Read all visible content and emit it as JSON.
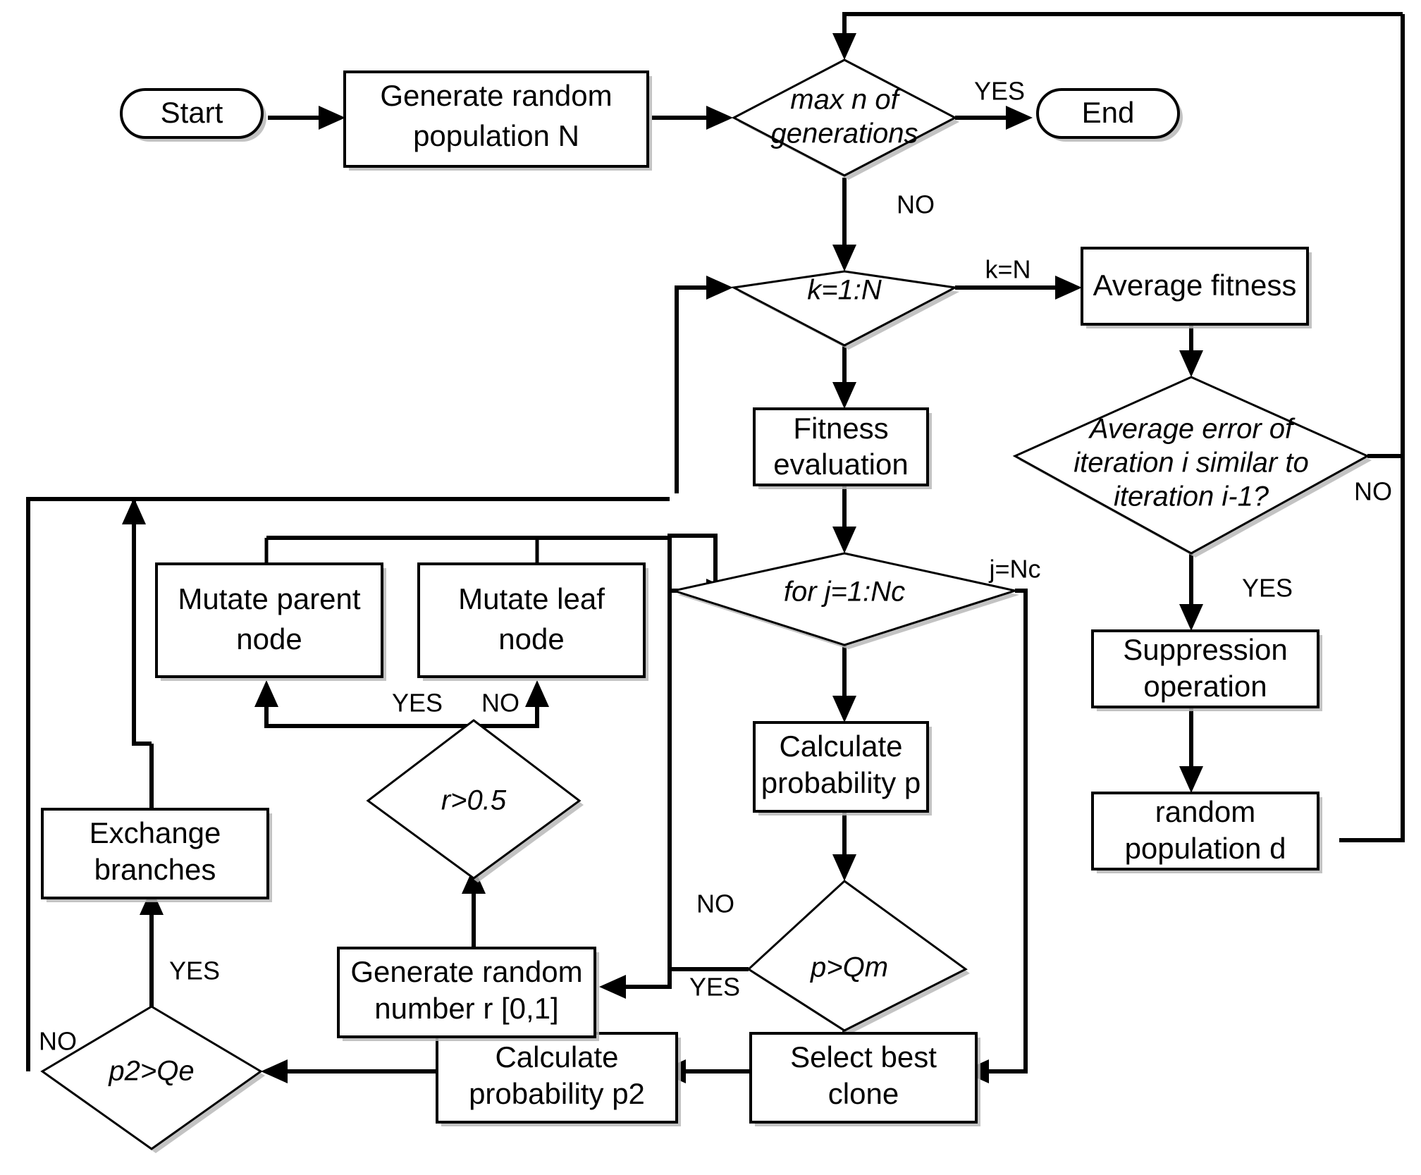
{
  "diagram": {
    "type": "flowchart",
    "title": "Genetic / Clonal Selection Algorithm Flowchart",
    "background_color": "#ffffff",
    "line_color": "#000000",
    "node_fill": "#ffffff"
  },
  "nodes": {
    "start": {
      "label": "Start",
      "shape": "rounded-terminator"
    },
    "generate_population": {
      "label_line1": "Generate random",
      "label_line2": "population N",
      "shape": "process"
    },
    "max_generations": {
      "label_line1": "max n of",
      "label_line2": "generations",
      "shape": "decision"
    },
    "end": {
      "label": "End",
      "shape": "rounded-terminator"
    },
    "k_loop": {
      "label": "k=1:N",
      "shape": "decision"
    },
    "average_fitness": {
      "label": "Average fitness",
      "shape": "process"
    },
    "fitness_evaluation": {
      "label_line1": "Fitness",
      "label_line2": "evaluation",
      "shape": "process"
    },
    "average_error": {
      "label_line1": "Average error of",
      "label_line2": "iteration i similar to",
      "label_line3": "iteration i-1?",
      "shape": "decision"
    },
    "suppression": {
      "label_line1": "Suppression",
      "label_line2": "operation",
      "shape": "process"
    },
    "random_population_d": {
      "label_line1": "random",
      "label_line2": "population d",
      "shape": "process"
    },
    "j_loop": {
      "label": "for j=1:Nc",
      "shape": "decision"
    },
    "calculate_p": {
      "label_line1": "Calculate",
      "label_line2": "probability p",
      "shape": "process"
    },
    "p_gt_qm": {
      "label": "p>Qm",
      "shape": "decision"
    },
    "select_best_clone": {
      "label_line1": "Select best",
      "label_line2": "clone",
      "shape": "process"
    },
    "calculate_p2": {
      "label_line1": "Calculate",
      "label_line2": "probability p2",
      "shape": "process"
    },
    "p2_gt_qe": {
      "label": "p2>Qe",
      "shape": "decision"
    },
    "exchange_branches": {
      "label_line1": "Exchange",
      "label_line2": "branches",
      "shape": "process"
    },
    "generate_r": {
      "label_line1": "Generate random",
      "label_line2": "number r [0,1]",
      "shape": "process"
    },
    "r_gt_05": {
      "label": "r>0.5",
      "shape": "decision"
    },
    "mutate_parent": {
      "label_line1": "Mutate parent",
      "label_line2": "node",
      "shape": "process"
    },
    "mutate_leaf": {
      "label_line1": "Mutate leaf",
      "label_line2": "node",
      "shape": "process"
    }
  },
  "edge_labels": {
    "maxgen_yes": "YES",
    "maxgen_no": "NO",
    "k_equals_n": "k=N",
    "avgerr_no": "NO",
    "avgerr_yes": "YES",
    "j_equals_nc": "j=Nc",
    "pqm_no": "NO",
    "pqm_yes": "YES",
    "p2qe_no": "NO",
    "p2qe_yes": "YES",
    "r_yes": "YES",
    "r_no": "NO"
  }
}
